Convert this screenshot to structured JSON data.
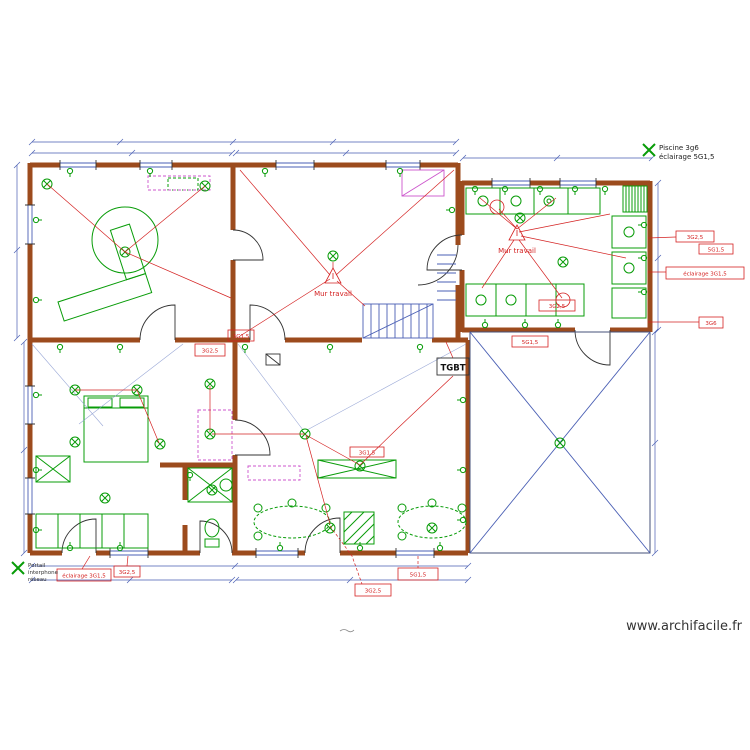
{
  "notes": {
    "pool": {
      "line1": "Piscine 3g6",
      "line2": "éclairage 5G1,5"
    },
    "gate": {
      "line1": "Portail",
      "line2": "interphone",
      "line3": "réseau"
    }
  },
  "warnings": {
    "room_top": "Mur travail",
    "kitchen": "Mur travail"
  },
  "panel": {
    "label": "TGBT"
  },
  "watermark": "www.archifacile.fr",
  "circuit_labels": {
    "l1": "3G2,5",
    "l2": "3G1,5",
    "l3": "3G2,5",
    "l4": "5G1,5",
    "l5": "éclairage 3G1,5",
    "l6": "3G6",
    "l7": "3G2,5",
    "l8": "5G1,5",
    "l9": "éclairage 3G1,5",
    "l10": "3G2,5",
    "l11": "3G2,5",
    "l12": "5G1,5",
    "l13": "3G1,5"
  },
  "colors": {
    "wall": "#9c4b1d",
    "wiring": "#d42222",
    "electric": "#089c08",
    "dimension": "#4a5fb4"
  }
}
